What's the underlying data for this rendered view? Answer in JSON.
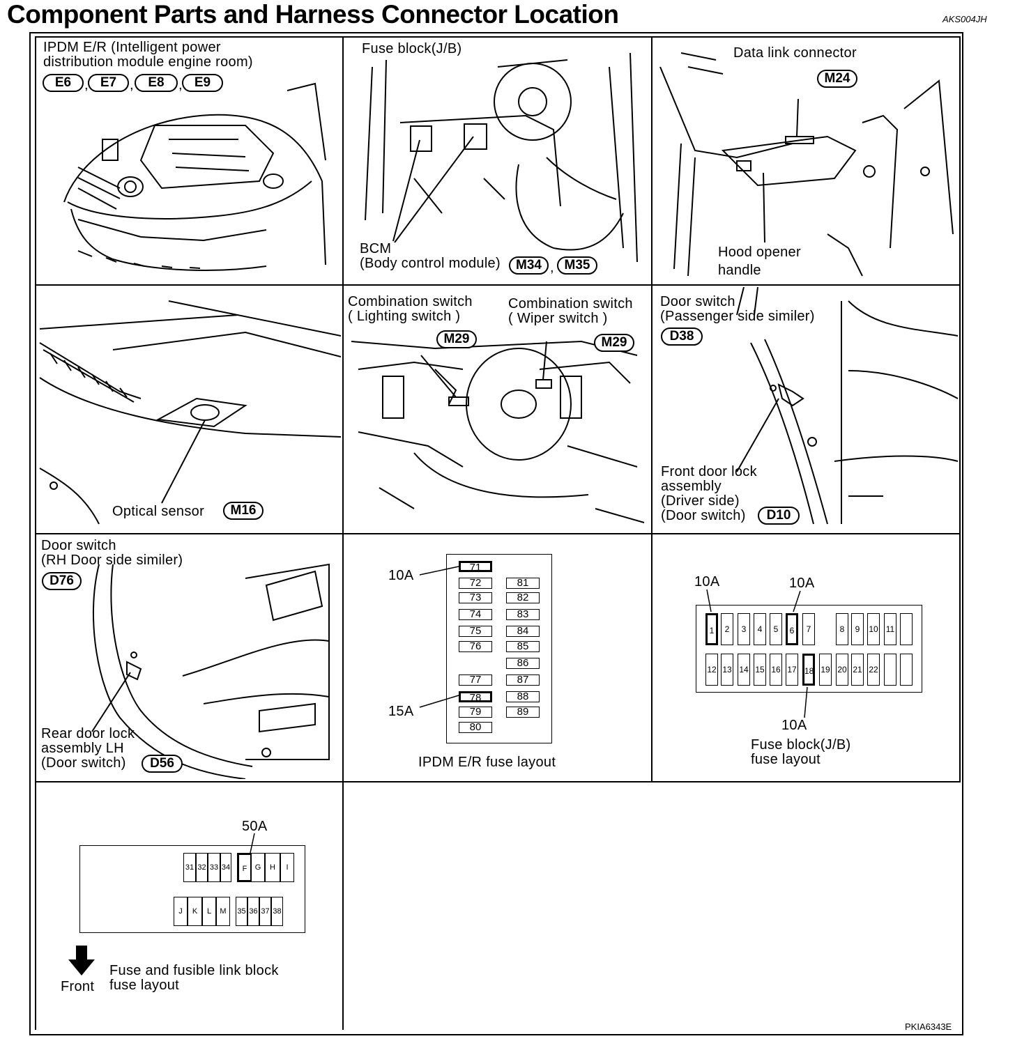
{
  "page": {
    "title": "Component Parts and Harness Connector Location",
    "code_top": "AKS004JH",
    "code_bottom": "PKIA6343E"
  },
  "panels": {
    "ipdm": {
      "label": "IPDM E/R (Intelligent power\ndistribution module engine room)",
      "connectors": [
        "E6",
        "E7",
        "E8",
        "E9"
      ]
    },
    "fuse_block": {
      "label": "Fuse block(J/B)",
      "bcm_label": "BCM\n(Body control module)",
      "connectors": [
        "M34",
        "M35"
      ]
    },
    "data_link": {
      "label": "Data link connector",
      "connector": "M24",
      "hood_label": "Hood opener\nhandle"
    },
    "optical": {
      "label": "Optical sensor",
      "connector": "M16"
    },
    "combination": {
      "lighting_label": "Combination switch\n( Lighting switch )",
      "lighting_connector": "M29",
      "wiper_label": "Combination switch\n( Wiper switch )",
      "wiper_connector": "M29"
    },
    "door_front": {
      "switch_label": "Door switch\n(Passenger side similer)",
      "switch_connector": "D38",
      "lock_label": "Front door lock\nassembly\n(Driver side)\n(Door switch)",
      "lock_connector": "D10"
    },
    "door_rear": {
      "switch_label": "Door switch\n(RH Door side similer)",
      "switch_connector": "D76",
      "lock_label": "Rear door lock\nassembly LH\n(Door switch)",
      "lock_connector": "D56"
    },
    "ipdm_fuse": {
      "caption": "IPDM E/R fuse layout",
      "callout_top": "10A",
      "callout_bottom": "15A",
      "left_column": [
        "71",
        "72",
        "73",
        "74",
        "75",
        "76",
        "77",
        "78",
        "79",
        "80"
      ],
      "right_column": [
        "81",
        "82",
        "83",
        "84",
        "85",
        "86",
        "87",
        "88",
        "89"
      ],
      "highlighted": [
        "71",
        "78"
      ]
    },
    "jb_fuse": {
      "caption": "Fuse block(J/B)\nfuse layout",
      "callout_a": "10A",
      "callout_b": "10A",
      "callout_c": "10A",
      "top_row": [
        "1",
        "2",
        "3",
        "4",
        "5",
        "6",
        "7",
        "8",
        "9",
        "10",
        "11"
      ],
      "bottom_row": [
        "12",
        "13",
        "14",
        "15",
        "16",
        "17",
        "18",
        "19",
        "20",
        "21",
        "22"
      ],
      "highlighted": [
        "1",
        "6",
        "18"
      ]
    },
    "fusible_link": {
      "caption": "Fuse and fusible link block\nfuse layout",
      "front_label": "Front",
      "callout": "50A",
      "top_row": [
        "31",
        "32",
        "33",
        "34",
        "F",
        "G",
        "H",
        "I"
      ],
      "bottom_row": [
        "J",
        "K",
        "L",
        "M",
        "35",
        "36",
        "37",
        "38"
      ],
      "highlighted": [
        "F"
      ]
    }
  }
}
